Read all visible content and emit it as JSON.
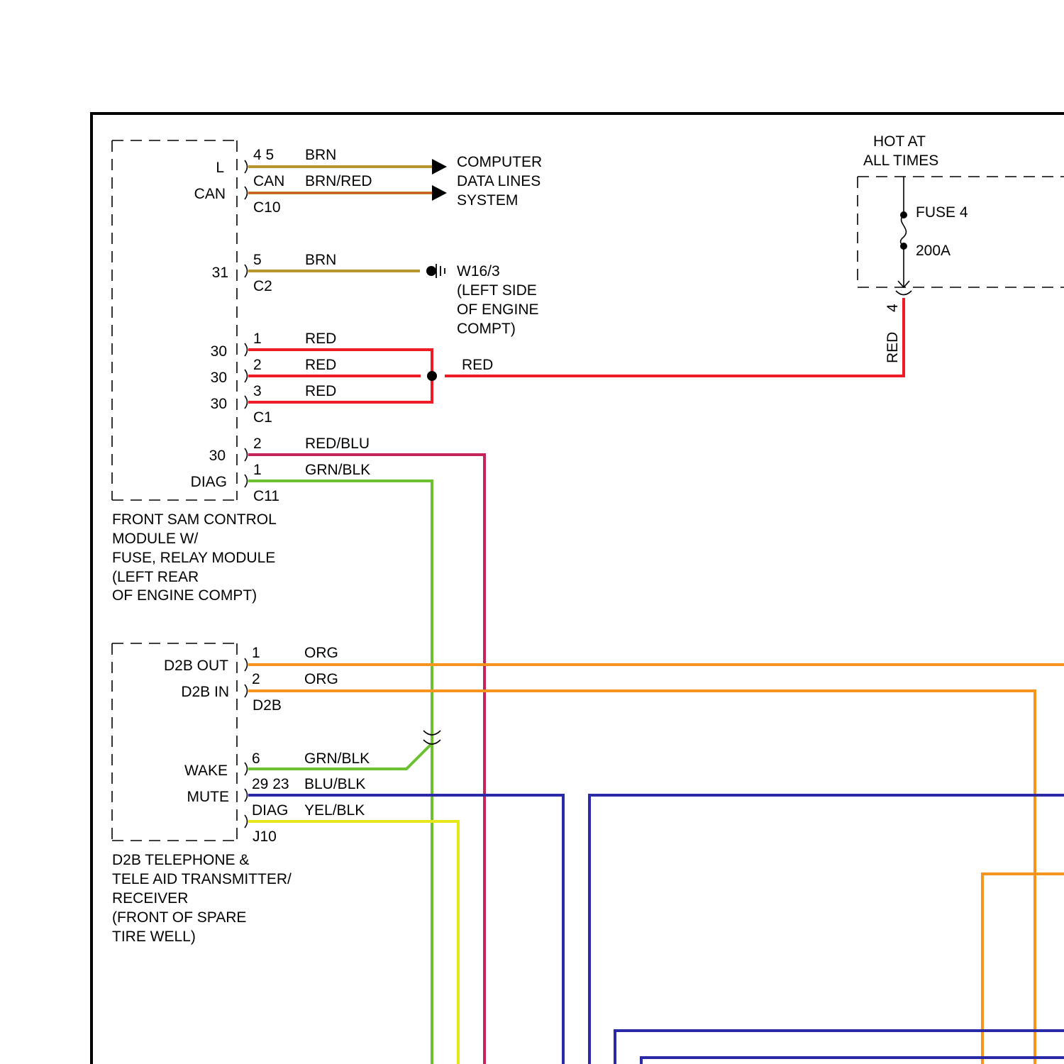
{
  "colors": {
    "brn": "#B8962E",
    "brn_red_main": "#B8962E",
    "brn_red_stripe": "#E8352A",
    "red": "#EE1C24",
    "red_blu": "#C4245A",
    "grn_blk": "#6CC132",
    "org": "#F7941D",
    "blu_blk": "#2A2AA8",
    "yel_blk": "#E6E61A",
    "frame": "#000000"
  },
  "front_sam": {
    "pins": {
      "l": "L",
      "can": "CAN",
      "p31": "31",
      "p30a": "30",
      "p30b": "30",
      "p30c": "30",
      "p30d": "30",
      "diag": "DIAG"
    },
    "caption": [
      "FRONT SAM CONTROL",
      "MODULE W/",
      "FUSE, RELAY MODULE",
      "(LEFT REAR",
      "OF ENGINE COMPT)"
    ]
  },
  "connectors": {
    "c10": "C10",
    "c2": "C2",
    "c1": "C1",
    "c11": "C11",
    "d2b": "D2B",
    "j10": "J10"
  },
  "wires": {
    "w1": {
      "pin": "4 5",
      "color": "BRN"
    },
    "w2": {
      "pin": "CAN",
      "color": "BRN/RED"
    },
    "w3": {
      "pin": "5",
      "color": "BRN"
    },
    "w4": {
      "pin": "1",
      "color": "RED"
    },
    "w5": {
      "pin": "2",
      "color": "RED"
    },
    "w6": {
      "pin": "3",
      "color": "RED"
    },
    "w7": {
      "pin": "2",
      "color": "RED/BLU"
    },
    "w8": {
      "pin": "1",
      "color": "GRN/BLK"
    },
    "w9": {
      "pin": "1",
      "color": "ORG"
    },
    "w10": {
      "pin": "2",
      "color": "ORG"
    },
    "w11": {
      "pin": "6",
      "color": "GRN/BLK"
    },
    "w12": {
      "pin": "29 23",
      "color": "BLU/BLK"
    },
    "w13": {
      "pin": "DIAG",
      "color": "YEL/BLK"
    },
    "red_main": "RED",
    "red_vertical": "RED",
    "fuse_pin": "4"
  },
  "computer_data_lines": [
    "COMPUTER",
    "DATA LINES",
    "SYSTEM"
  ],
  "ground": [
    "W16/3",
    "(LEFT SIDE",
    "OF ENGINE",
    "COMPT)"
  ],
  "hot_at_all_times": [
    "HOT AT",
    "ALL TIMES"
  ],
  "fuse": {
    "name": "FUSE 4",
    "rating": "200A"
  },
  "d2b_module": {
    "pins": {
      "d2b_out": "D2B OUT",
      "d2b_in": "D2B IN",
      "wake": "WAKE",
      "mute": "MUTE"
    },
    "caption": [
      "D2B TELEPHONE &",
      "TELE AID TRANSMITTER/",
      "RECEIVER",
      "(FRONT OF SPARE",
      "TIRE WELL)"
    ]
  }
}
